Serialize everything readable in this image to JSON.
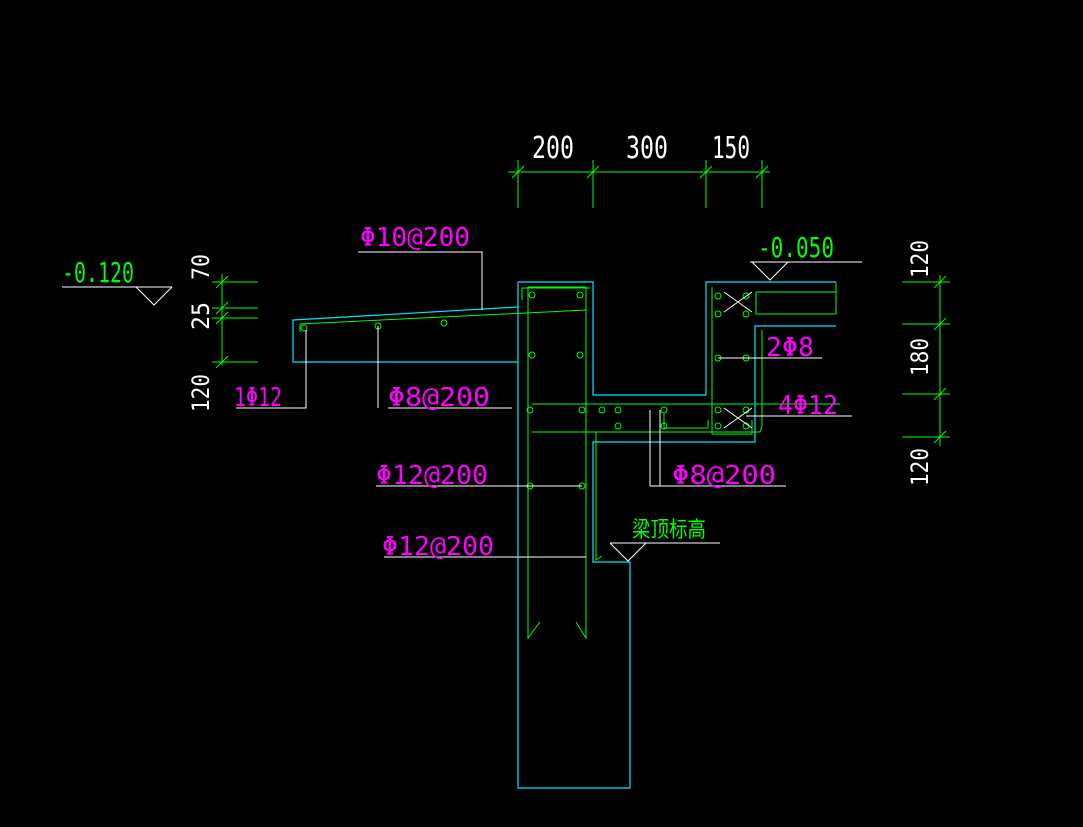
{
  "colors": {
    "background": "#000000",
    "concrete_outline": "#00e5ff",
    "rebar": "#00ff00",
    "leader": "#ffffff",
    "rebar_label": "#ff00ff",
    "dimension": "#ffffff",
    "elevation_text": "#00ff00"
  },
  "dims_top": {
    "d1": "200",
    "d2": "300",
    "d3": "150"
  },
  "dims_left": {
    "d1": "70",
    "d2": "25",
    "d3": "120"
  },
  "dims_right": {
    "d1": "120",
    "d2": "180",
    "d3": "120"
  },
  "elevations": {
    "left": "-0.120",
    "right": "-0.050",
    "beam_top": "梁顶标高"
  },
  "rebar_labels": {
    "slab_top": "Φ10@200",
    "slab_edge": "1Φ12",
    "slab_bottom": "Φ8@200",
    "wall_1": "Φ12@200",
    "wall_2": "Φ12@200",
    "ledge_long": "2Φ8",
    "ledge_bottom": "4Φ12",
    "ledge_stirrup": "Φ8@200"
  }
}
